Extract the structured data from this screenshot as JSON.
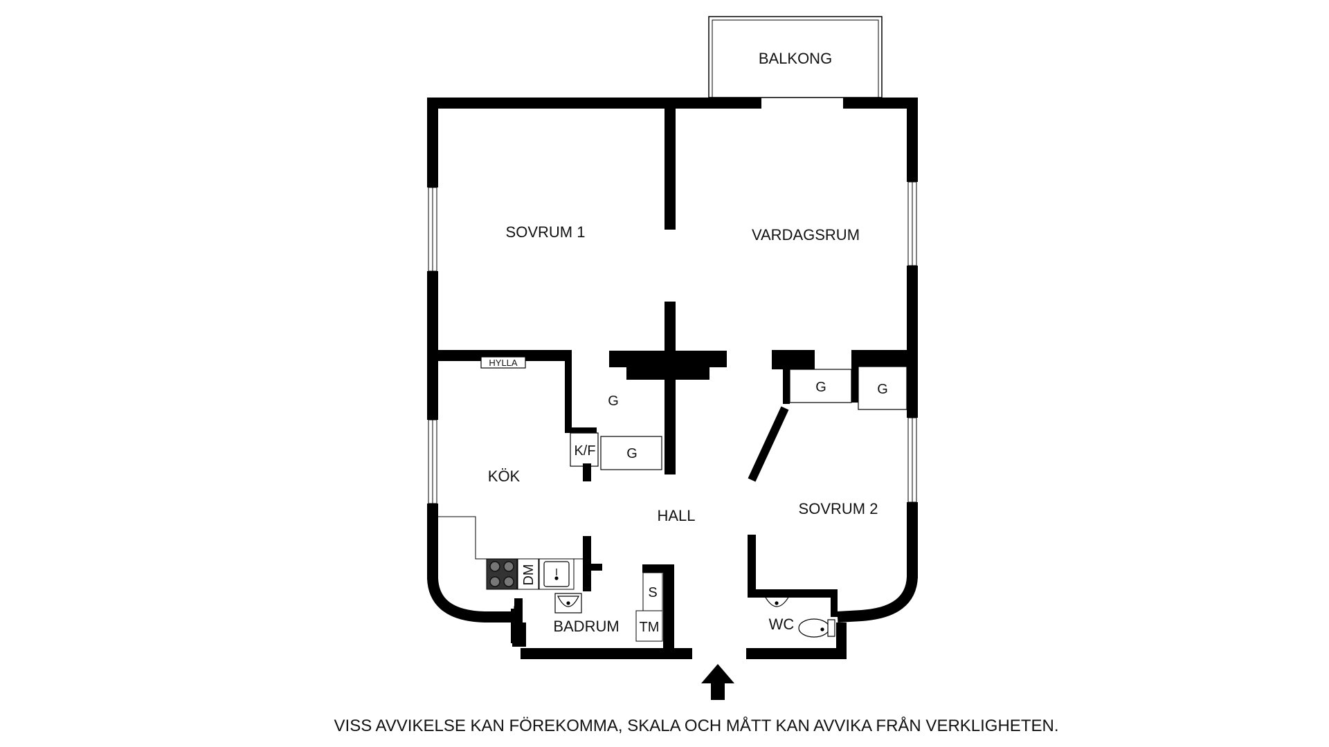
{
  "rooms": {
    "balkong": "BALKONG",
    "sovrum1": "SOVRUM 1",
    "vardagsrum": "VARDAGSRUM",
    "kok": "KÖK",
    "hall": "HALL",
    "sovrum2": "SOVRUM 2",
    "badrum": "BADRUM",
    "wc": "WC"
  },
  "fixtures": {
    "hylla": "HYLLA",
    "g_closet_1": "G",
    "g_closet_2": "G",
    "g_closet_3": "G",
    "g_closet_4": "G",
    "kf": "K/F",
    "dm": "DM",
    "s": "S",
    "tm": "TM"
  },
  "icons": {
    "entrance": "arrow-up-icon",
    "stove": "stove-icon",
    "sink": "sink-icon",
    "toilet": "toilet-icon",
    "tap": "tap-icon"
  },
  "colors": {
    "wall": "#000000",
    "background": "#ffffff"
  },
  "footer": {
    "disclaimer": "VISS AVVIKELSE KAN FÖREKOMMA, SKALA OCH MÅTT KAN AVVIKA FRÅN VERKLIGHETEN."
  }
}
